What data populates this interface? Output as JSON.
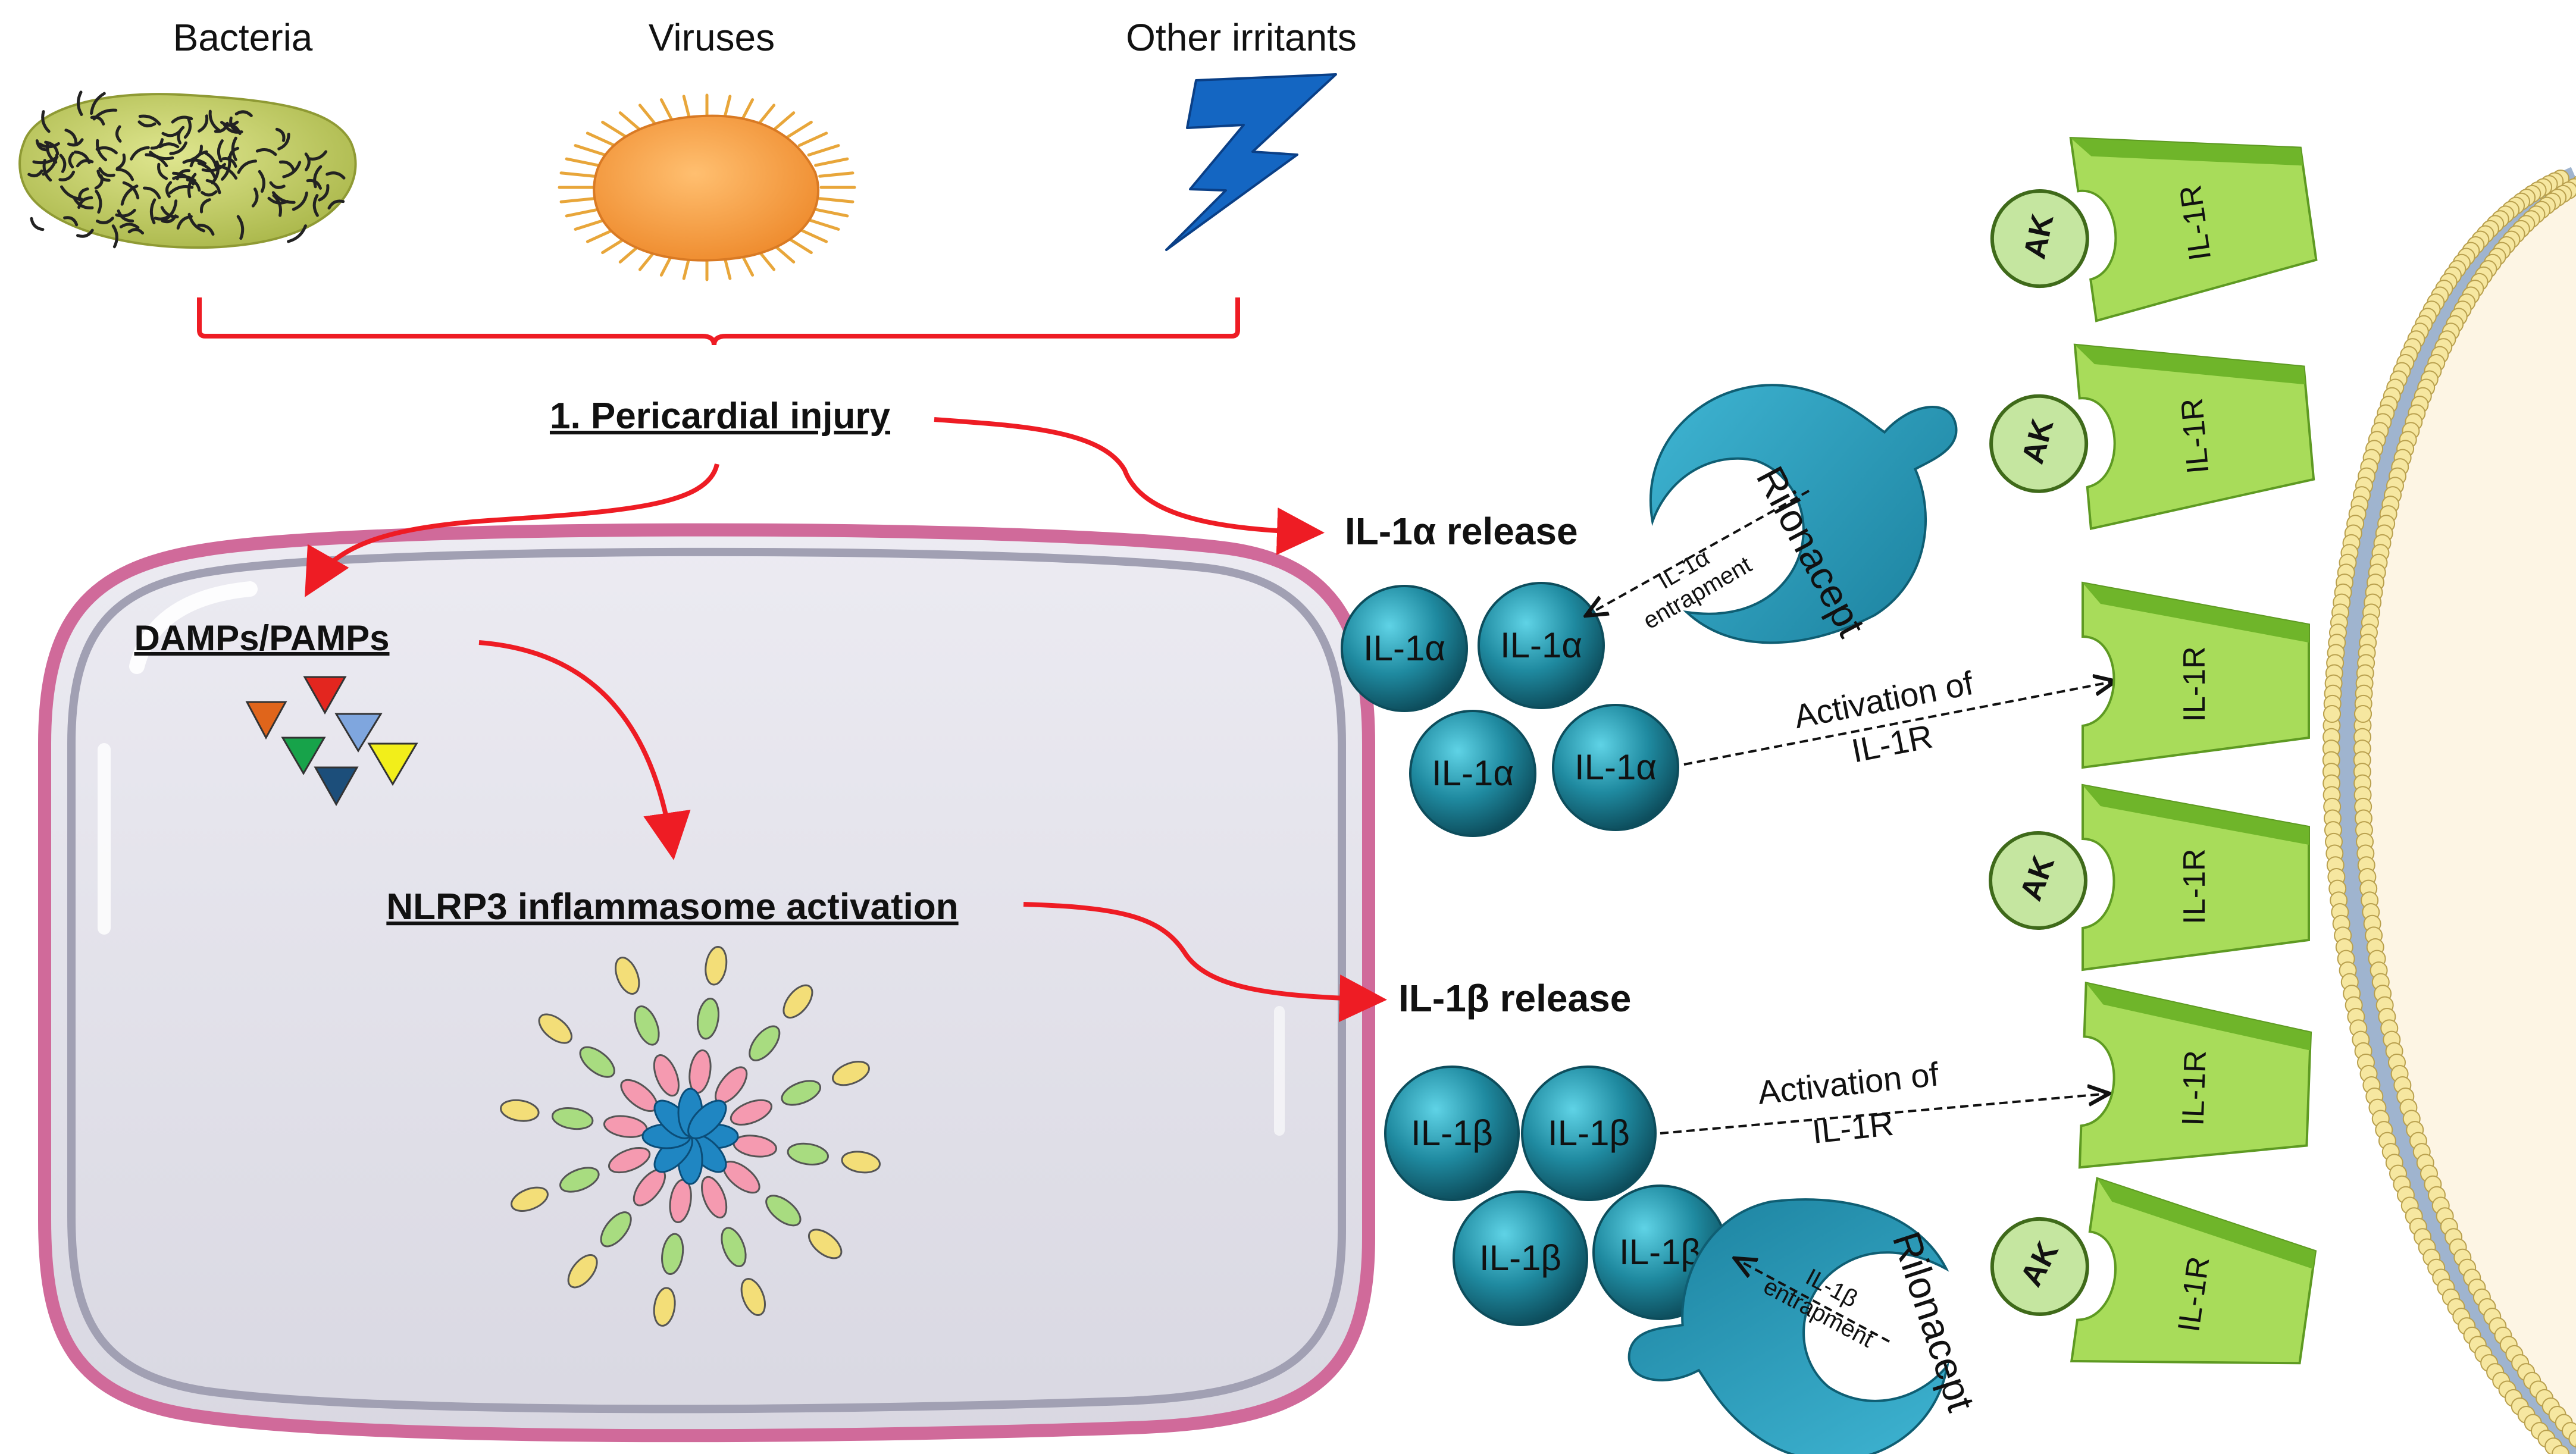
{
  "sources": {
    "bacteria_label": "Bacteria",
    "viruses_label": "Viruses",
    "irritants_label": "Other irritants"
  },
  "process": {
    "injury_label": "1. Pericardial injury",
    "damps_label": "DAMPs/PAMPs",
    "nlrp3_label": "NLRP3 inflammasome activation",
    "il1a_release_label": "IL-1α release",
    "il1b_release_label": "IL-1β release"
  },
  "cytokines": {
    "il1a": "IL-1α",
    "il1b": "IL-1β"
  },
  "drug": {
    "name": "Rilonacept",
    "il1a_entrapment_line1": "IL-1α",
    "il1a_entrapment_line2": "entrapment",
    "il1b_entrapment_line1": "IL-1β",
    "il1b_entrapment_line2": "entrapment"
  },
  "activation": {
    "line1": "Activation of",
    "line2": "IL-1R"
  },
  "receptor": {
    "name": "IL-1R",
    "blocker": "AK"
  },
  "colors": {
    "arrow_red": "#ee1c24",
    "cell_fill": "#e3e2ea",
    "cell_border": "#d06a9a",
    "cytokine_teal": "#1f8aa0",
    "drug_teal": "#2196b6",
    "receptor_green": "#a8dc5a",
    "ak_green": "#c5e6a0",
    "membrane_yellow": "#f6e7a0",
    "bacteria_green": "#c8d36a",
    "virus_orange": "#f7a14a",
    "lightning_blue": "#1466c2"
  },
  "icons": [
    "bacterium",
    "virus",
    "lightning-bolt",
    "damp-triangles",
    "inflammasome",
    "rilonacept",
    "membrane"
  ]
}
